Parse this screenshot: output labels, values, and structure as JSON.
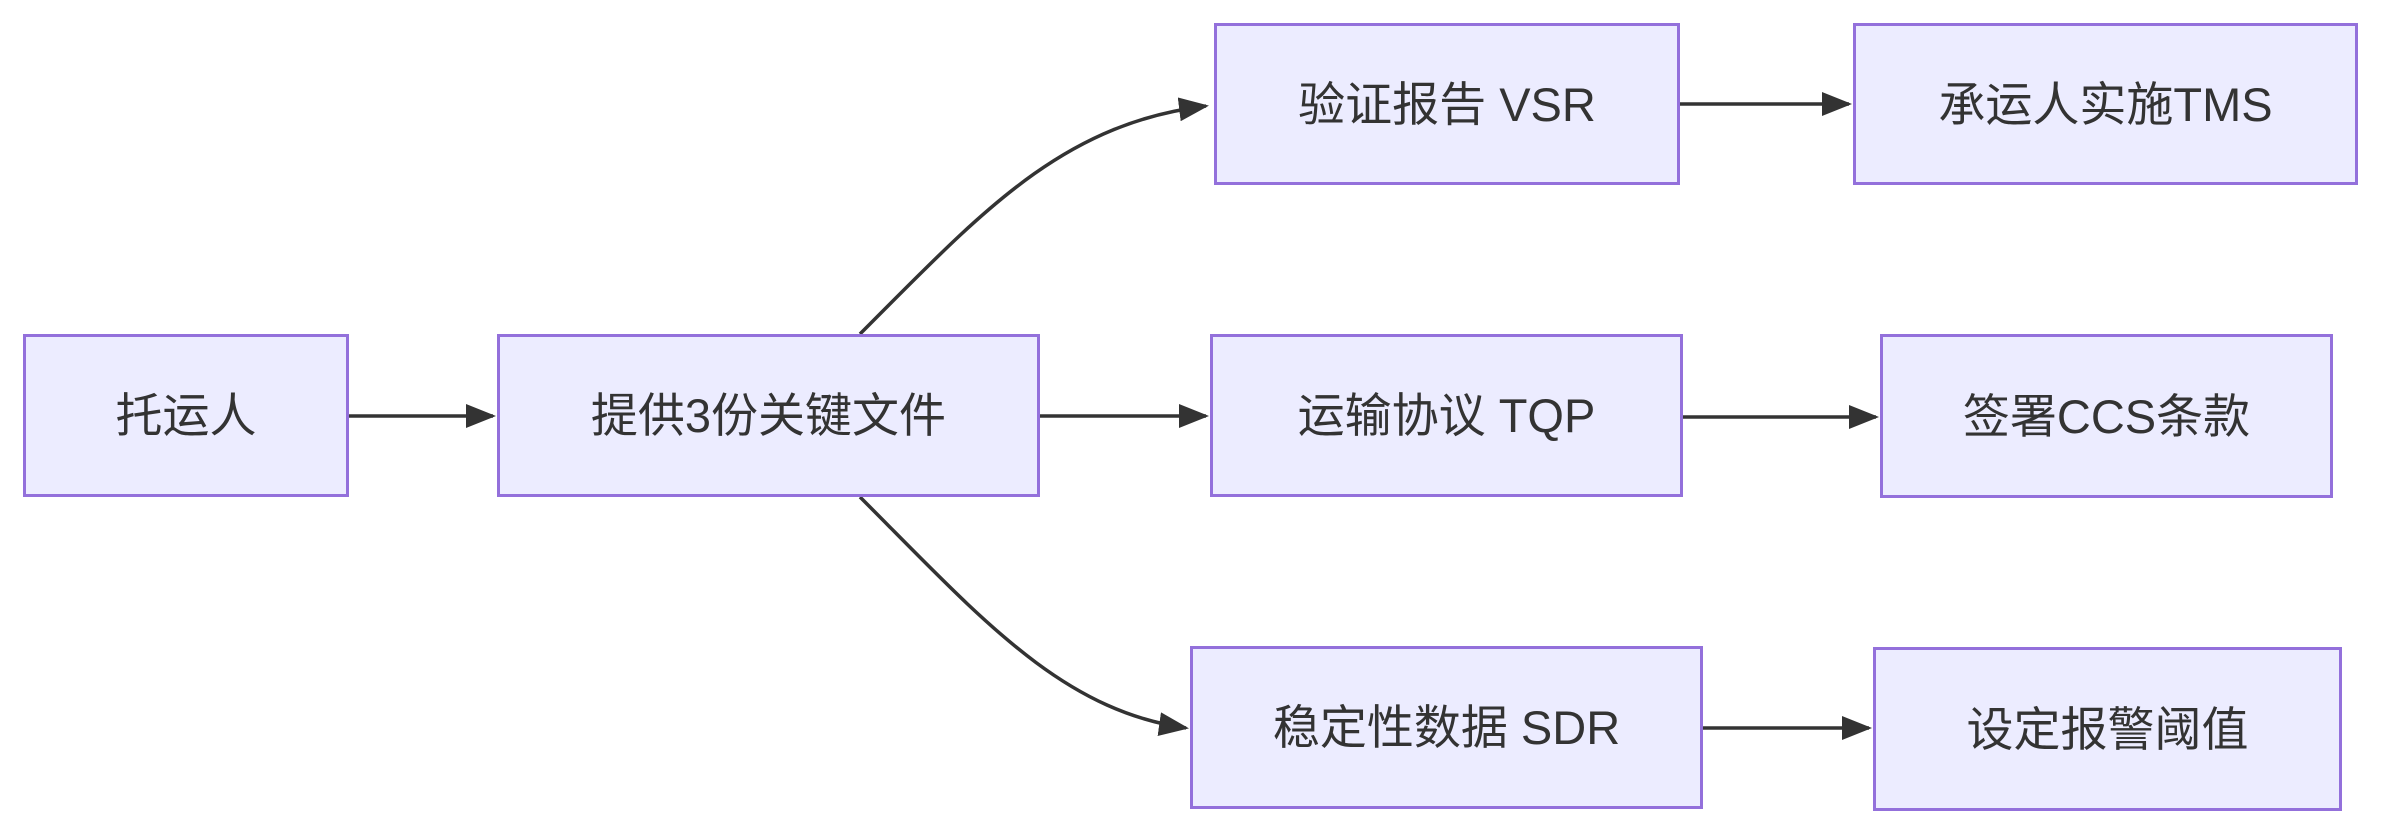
{
  "diagram": {
    "type": "flowchart",
    "direction": "left-to-right",
    "nodes": {
      "shipper": {
        "label": "托运人"
      },
      "provide": {
        "label": "提供3份关键文件"
      },
      "vsr": {
        "label": "验证报告 VSR"
      },
      "tqp": {
        "label": "运输协议 TQP"
      },
      "sdr": {
        "label": "稳定性数据 SDR"
      },
      "tms": {
        "label": "承运人实施TMS"
      },
      "ccs": {
        "label": "签署CCS条款"
      },
      "alarm": {
        "label": "设定报警阈值"
      }
    },
    "edges": [
      {
        "from": "shipper",
        "to": "provide"
      },
      {
        "from": "provide",
        "to": "vsr"
      },
      {
        "from": "provide",
        "to": "tqp"
      },
      {
        "from": "provide",
        "to": "sdr"
      },
      {
        "from": "vsr",
        "to": "tms"
      },
      {
        "from": "tqp",
        "to": "ccs"
      },
      {
        "from": "sdr",
        "to": "alarm"
      }
    ],
    "colors": {
      "node_fill": "#ECECFF",
      "node_border": "#9370DB",
      "text": "#333333",
      "edge": "#333333",
      "background": "#FFFFFF"
    }
  }
}
